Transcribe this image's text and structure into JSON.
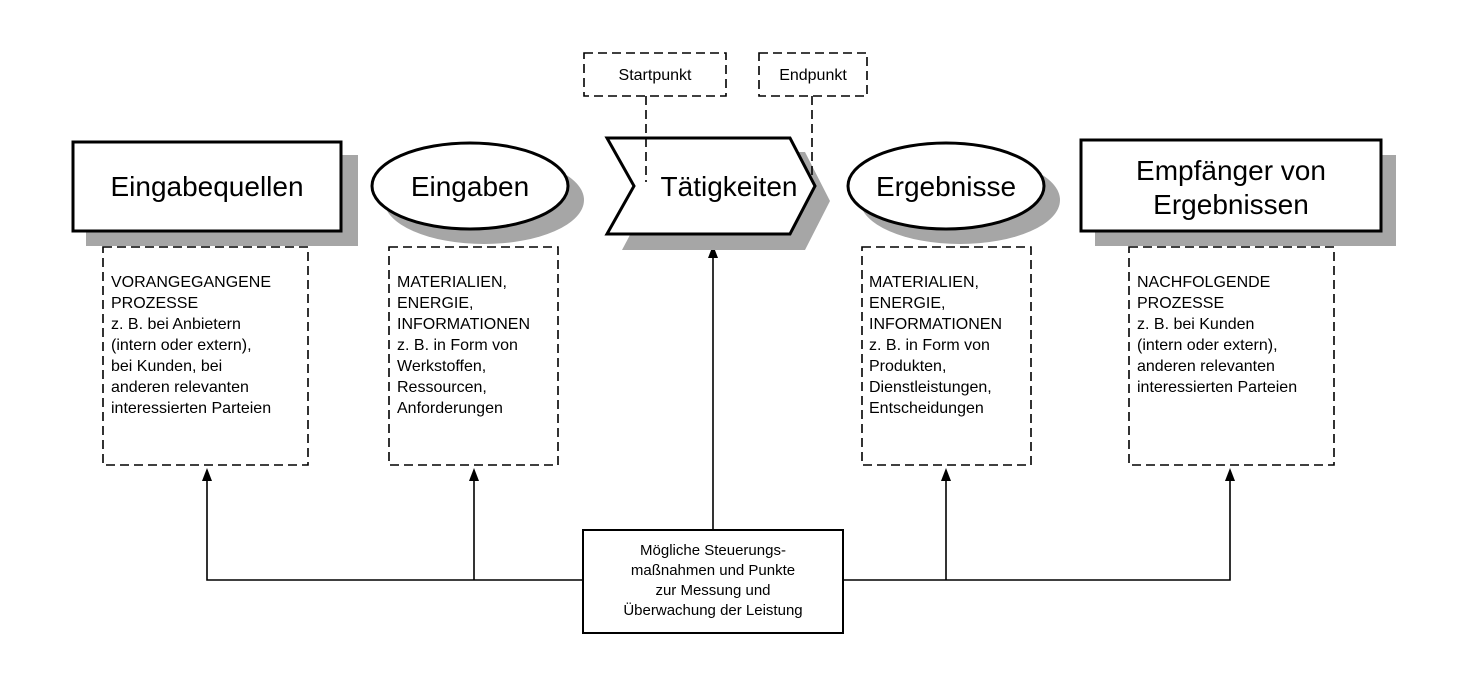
{
  "header_boxes": {
    "start": "Startpunkt",
    "end": "Endpunkt"
  },
  "stages": [
    {
      "label": "Eingabequellen"
    },
    {
      "label": "Eingaben"
    },
    {
      "label": "Tätigkeiten"
    },
    {
      "label": "Ergebnisse"
    },
    {
      "label_line1": "Empfänger von",
      "label_line2": "Ergebnissen"
    }
  ],
  "details": [
    "VORANGEGANGENE\nPROZESSE\nz. B. bei Anbietern\n(intern oder extern),\nbei Kunden, bei\nanderen relevanten\ninteressierten Parteien",
    "MATERIALIEN,\nENERGIE,\nINFORMATIONEN\nz. B. in Form von\nWerkstoffen,\nRessourcen,\nAnforderungen",
    "MATERIALIEN,\nENERGIE,\nINFORMATIONEN\nz. B. in Form von\nProdukten,\nDienstleistungen,\nEntscheidungen",
    "NACHFOLGENDE\nPROZESSE\nz. B. bei Kunden\n(intern oder extern),\nanderen relevanten\ninteressierten Parteien"
  ],
  "control_box": "Mögliche Steuerungs-\nmaßnahmen und Punkte\nzur Messung und\nÜberwachung der Leistung"
}
